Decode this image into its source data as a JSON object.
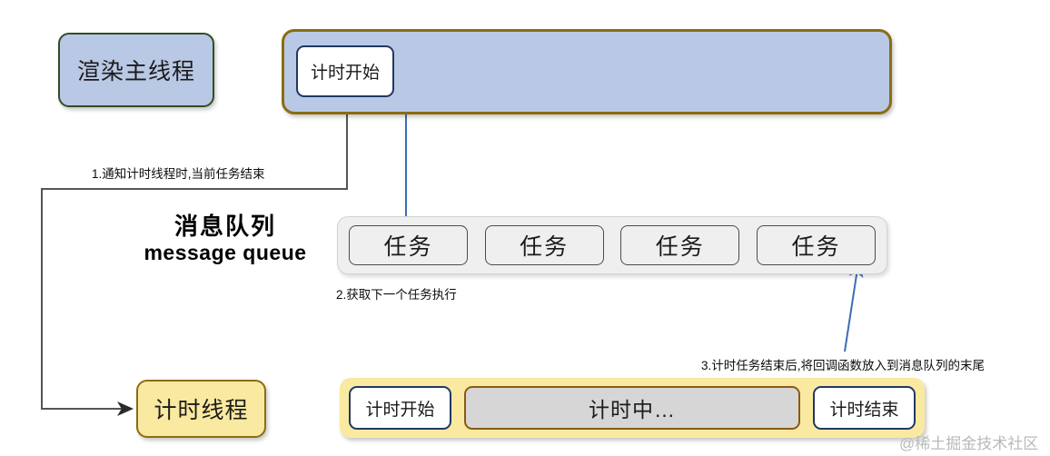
{
  "diagram": {
    "title": "JavaScript timer / message queue flow",
    "colors": {
      "blue_fill": "#b9c8e4",
      "yellow_fill": "#fae9a0",
      "gray_fill": "#efefef",
      "running_fill": "#d6d6d6",
      "green_border": "#2f4f25",
      "gold_border": "#8a6d12",
      "navy_border": "#203864",
      "arrow_blue": "#3b6eb5",
      "arrow_gray": "#555555"
    }
  },
  "render_thread": {
    "label": "渲染主线程"
  },
  "main_bar": {
    "start_chip": "计时开始"
  },
  "message_queue": {
    "label_cn": "消息队列",
    "label_en": "message queue",
    "tasks": [
      {
        "label": "任务"
      },
      {
        "label": "任务"
      },
      {
        "label": "任务"
      },
      {
        "label": "任务"
      }
    ]
  },
  "timer_thread": {
    "label": "计时线程",
    "segments": [
      {
        "name": "start",
        "label": "计时开始"
      },
      {
        "name": "running",
        "label": "计时中…"
      },
      {
        "name": "end",
        "label": "计时结束"
      }
    ]
  },
  "annotations": [
    {
      "id": 1,
      "text": "1.通知计时线程时,当前任务结束"
    },
    {
      "id": 2,
      "text": "2.获取下一个任务执行"
    },
    {
      "id": 3,
      "text": "3.计时任务结束后,将回调函数放入到消息队列的末尾"
    }
  ],
  "watermark": {
    "text": "@稀土掘金技术社区"
  }
}
